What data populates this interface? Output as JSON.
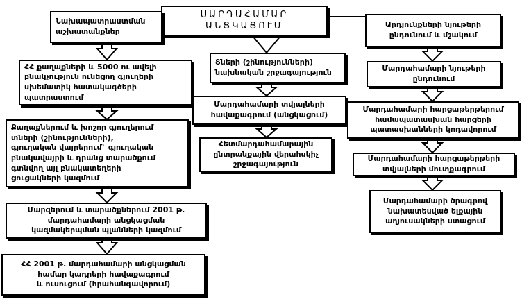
{
  "diagram": {
    "title": "ՍԱՐԴԱՀԱՄԱՐ\nԱՆՑԿԱՑՈՒՄ",
    "left": [
      "Նախապատրաստման\nաշխատանքներ",
      "ՀՀ քաղաքների և 5000 ու ավելի\nբնակչություն ունեցող գյուղերի\nսխեմատիկ հատակագծերի\nպատրաստում",
      "Քաղաքներում և խոշոր գյուղերում\nտների (շինությունների),\nգյուղական վայրերում` գյուղական\nբնակավայրի և դրանց տարածքում\nգտնվող այլ բնակատեղերի\nցուցակների կազմում",
      "Մարզերում և տարածքներում 2001 թ.\nմարդահամարի անցկացման\nկազմակերպման պլանների կազմում",
      "ՀՀ 2001 թ. մարդահամարի անցկացման\nհամար կադրերի հավաքագրում\nև ուսուցում (հրահանգավորում)"
    ],
    "middle": [
      "Տների (շինությունների)\nնախնական շրջագայություն",
      "Մարդահամարի տվյալների\nհավաքագրում (անցկացում)",
      "Հետմարդահամարային\nընտրանքային վերահսկիչ\nշրջագայություն"
    ],
    "right": [
      "Արդյունքների նյութերի\nընդունում և մշակում",
      "Մարդահամարի նյութերի\nընդունում",
      "Մարդահամարի հարցաթերթերում\nհամապատասխան հարցերի\nպատասխանների կոդավորում",
      "Մարդահամարի հարցաթերթերի\nտվյալների մուտքագրում",
      "Մարդահամարի ծրագրով\nնախատեսված ելքային\nաղյուսակների ստացում"
    ]
  }
}
